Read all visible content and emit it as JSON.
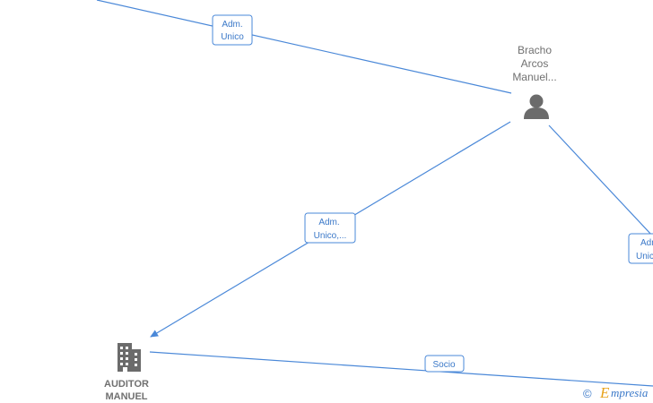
{
  "nodes": {
    "person": {
      "name_lines": [
        "Bracho",
        "Arcos",
        "Manuel..."
      ],
      "icon": "person-icon"
    },
    "company": {
      "name_lines": [
        "AUDITOR",
        "MANUEL"
      ],
      "icon": "building-icon"
    }
  },
  "edges": [
    {
      "id": "edge-top",
      "label_lines": [
        "Adm.",
        "Unico"
      ]
    },
    {
      "id": "edge-middle",
      "label_lines": [
        "Adm.",
        "Unico,..."
      ]
    },
    {
      "id": "edge-right",
      "label_lines": [
        "Adm.",
        "Unic..."
      ]
    },
    {
      "id": "edge-bottom",
      "label_lines": [
        "Socio"
      ]
    }
  ],
  "watermark": {
    "copyright": "©",
    "brand_initial": "E",
    "brand_rest": "mpresia"
  },
  "colors": {
    "edge": "#4a88d8",
    "node_text": "#707070",
    "icon": "#6b6b6b",
    "brand_accent": "#e8a21a"
  }
}
